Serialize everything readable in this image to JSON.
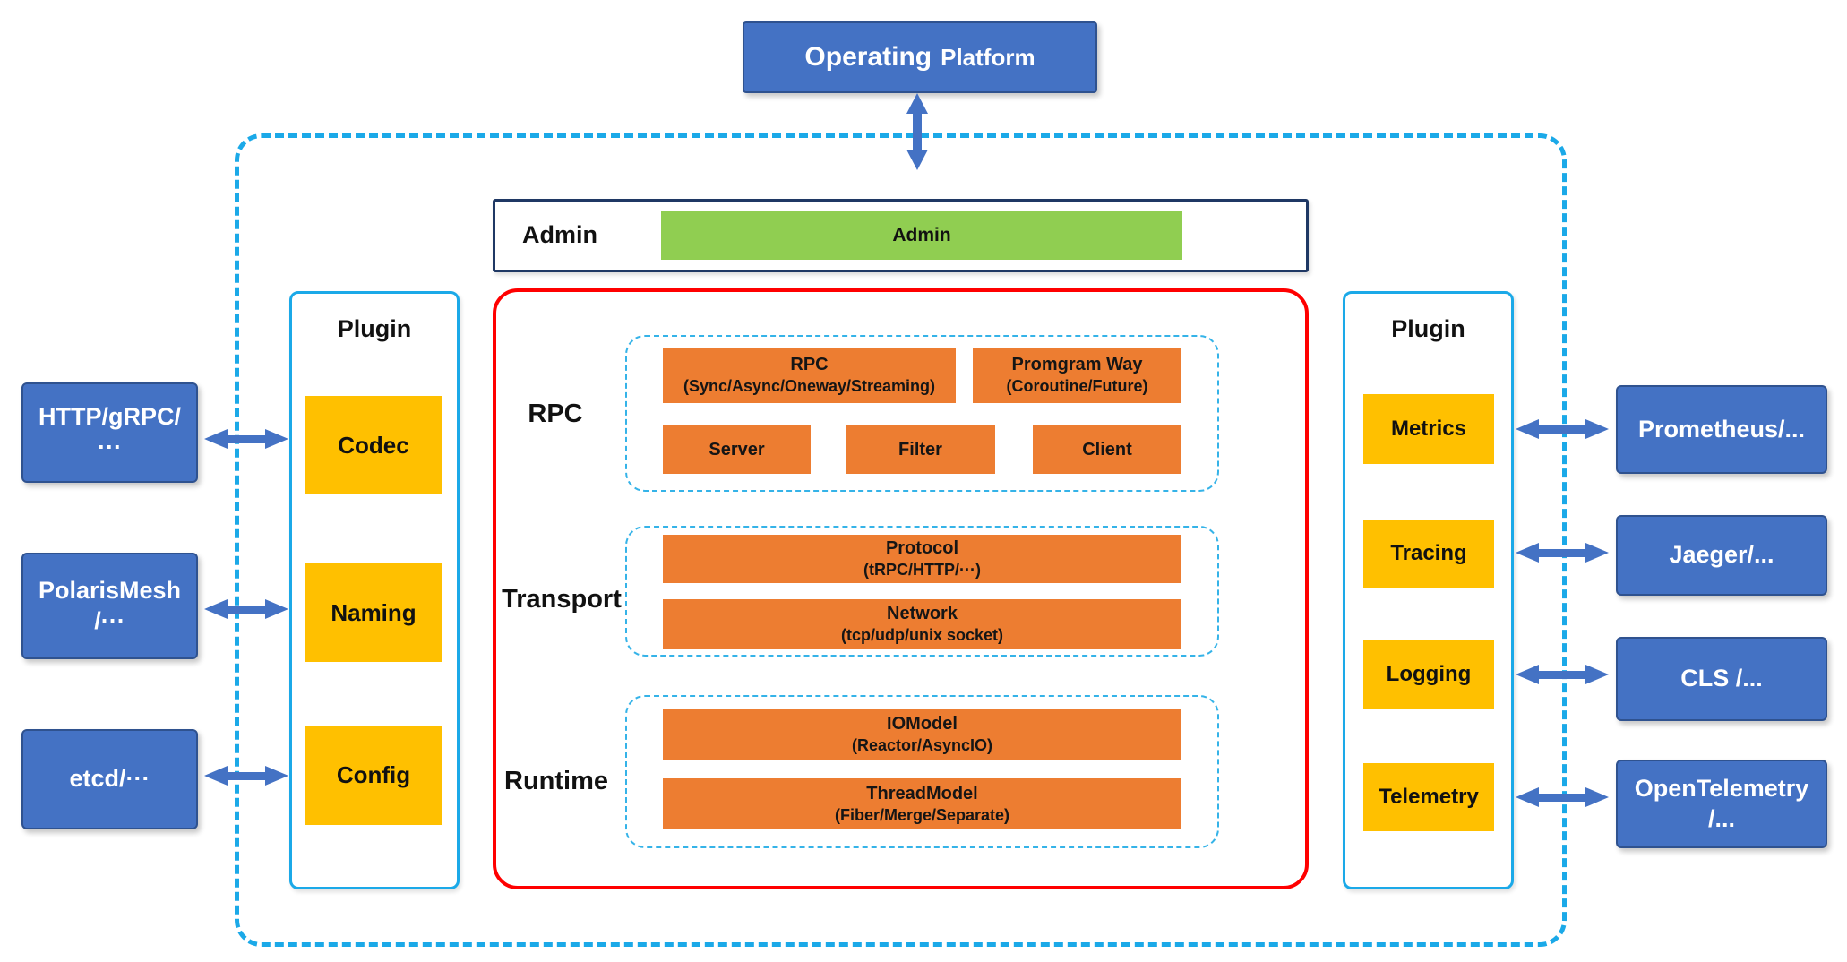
{
  "colors": {
    "blue_box": "#4472C4",
    "blue_border": "#2F528F",
    "cyan": "#1BA9E8",
    "cyan_dash": "#35B3E8",
    "red": "#FF0000",
    "orange": "#ED7D31",
    "yellow": "#FFC000",
    "green": "#90CE51",
    "navy": "#1F3864",
    "arrow": "#4472C4"
  },
  "operating_platform": {
    "word1": "Operating",
    "word2": "Platform"
  },
  "admin": {
    "label": "Admin",
    "bar": "Admin"
  },
  "core": {
    "sections": [
      {
        "label": "RPC",
        "boxes": [
          {
            "title": "RPC",
            "sub": "(Sync/Async/Oneway/Streaming)"
          },
          {
            "title": "Promgram Way",
            "sub": "(Coroutine/Future)"
          },
          {
            "title": "Server"
          },
          {
            "title": "Filter"
          },
          {
            "title": "Client"
          }
        ]
      },
      {
        "label": "Transport",
        "boxes": [
          {
            "title": "Protocol",
            "sub": "(tRPC/HTTP/···)"
          },
          {
            "title": "Network",
            "sub": "(tcp/udp/unix socket)"
          }
        ]
      },
      {
        "label": "Runtime",
        "boxes": [
          {
            "title": "IOModel",
            "sub": "(Reactor/AsyncIO)"
          },
          {
            "title": "ThreadModel",
            "sub": "(Fiber/Merge/Separate)"
          }
        ]
      }
    ]
  },
  "plugin_left": {
    "title": "Plugin",
    "items": [
      {
        "label": "Codec"
      },
      {
        "label": "Naming"
      },
      {
        "label": "Config"
      }
    ]
  },
  "plugin_right": {
    "title": "Plugin",
    "items": [
      {
        "label": "Metrics"
      },
      {
        "label": "Tracing"
      },
      {
        "label": "Logging"
      },
      {
        "label": "Telemetry"
      }
    ]
  },
  "external_left": [
    {
      "line1": "HTTP/gRPC/",
      "line2": "···"
    },
    {
      "line1": "PolarisMesh",
      "line2": "/···"
    },
    {
      "line1": "etcd/···",
      "line2": ""
    }
  ],
  "external_right": [
    {
      "line1": "Prometheus/...",
      "line2": ""
    },
    {
      "line1": "Jaeger/...",
      "line2": ""
    },
    {
      "line1": "CLS /...",
      "line2": ""
    },
    {
      "line1": "OpenTelemetry",
      "line2": "/..."
    }
  ]
}
